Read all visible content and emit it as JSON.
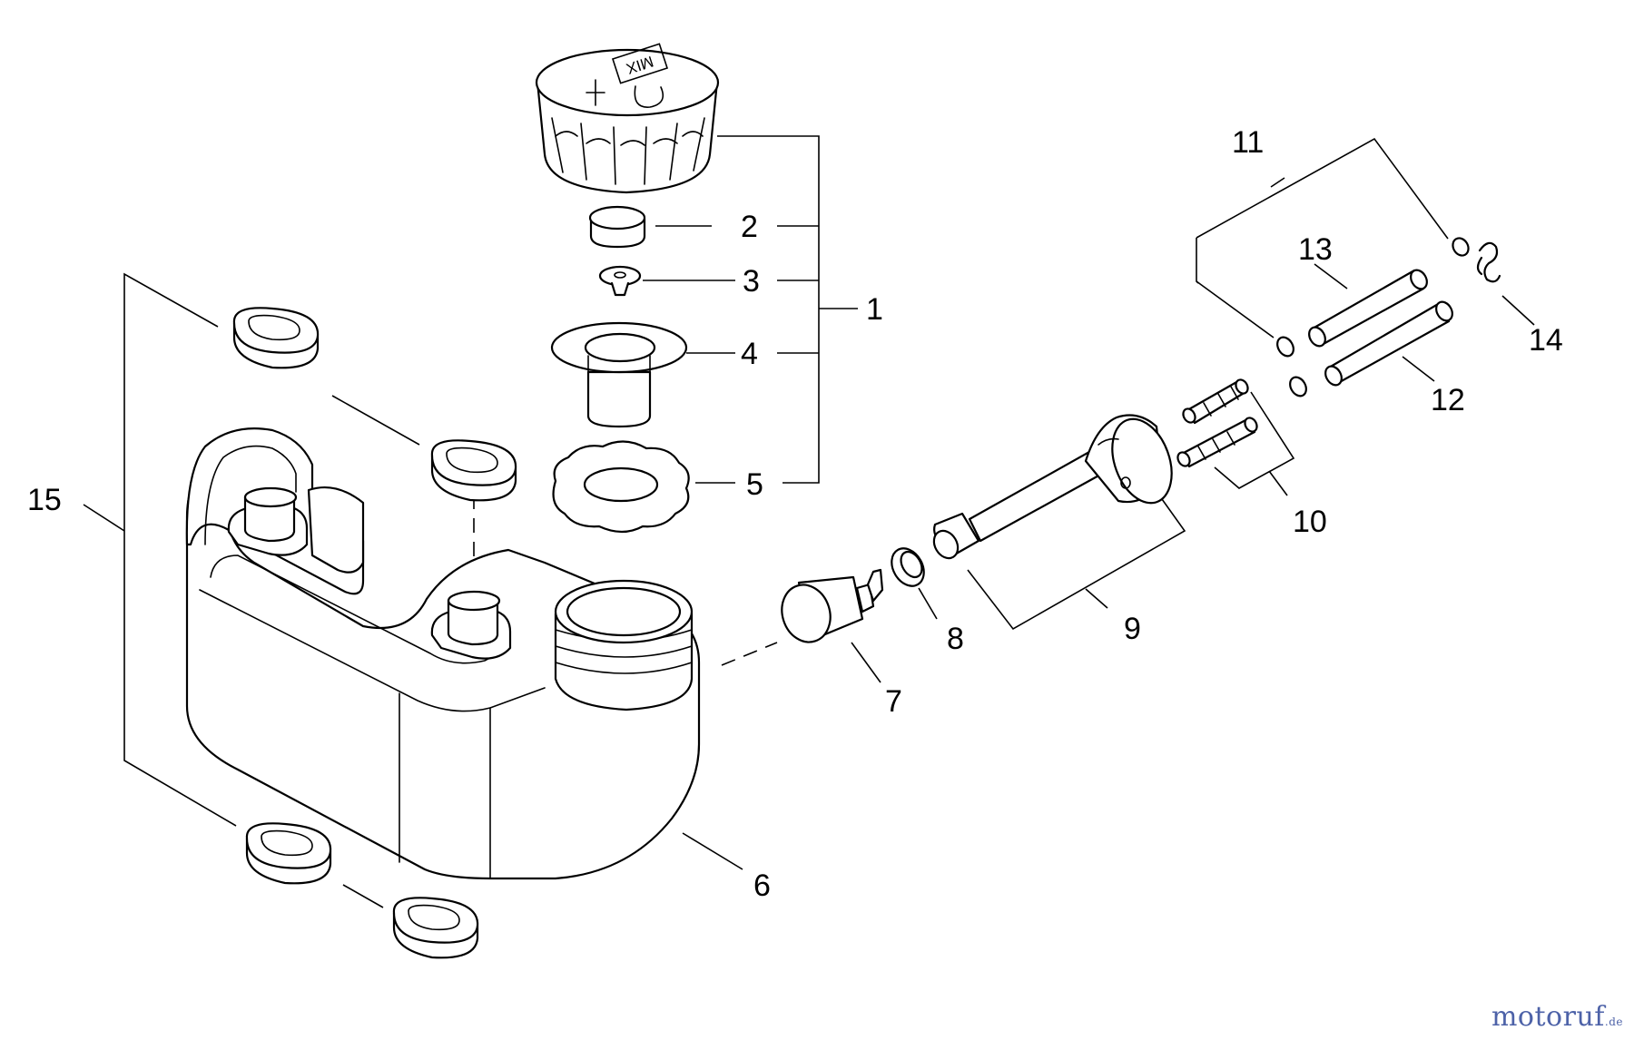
{
  "callouts": [
    "1",
    "2",
    "3",
    "4",
    "5",
    "6",
    "7",
    "8",
    "9",
    "10",
    "11",
    "12",
    "13",
    "14",
    "15"
  ],
  "cap_label": "MIX",
  "watermark": {
    "brand": "motoruf",
    "tld": ".de",
    "accent": "#4d62a8"
  }
}
